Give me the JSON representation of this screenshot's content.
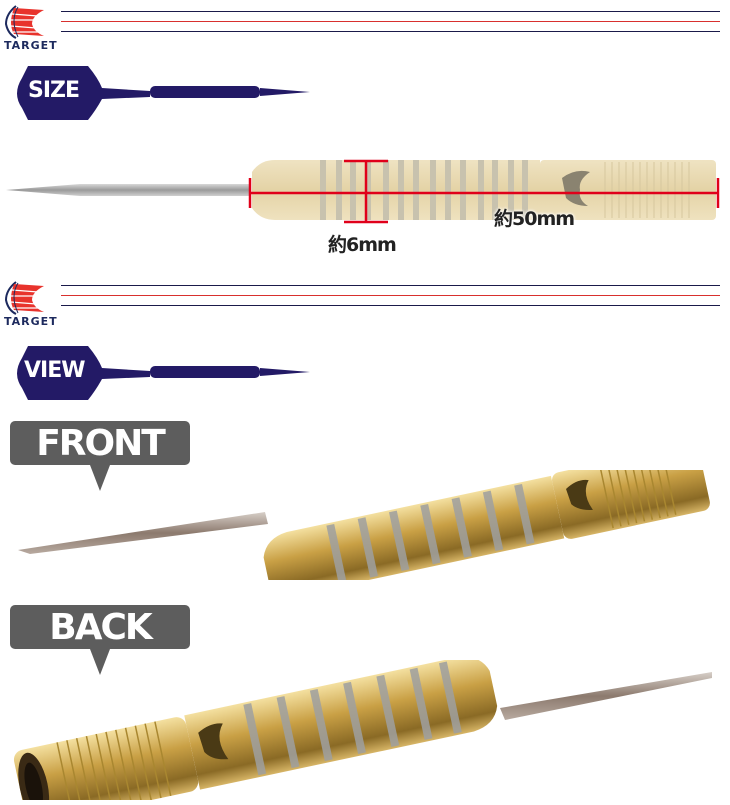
{
  "brand": {
    "name": "TARGET",
    "colors": {
      "navy": "#1d2a5e",
      "red": "#d8302e",
      "rule_navy": "#1a1a4a"
    }
  },
  "sections": [
    {
      "id": "size",
      "label": "SIZE",
      "icon": "dart-flight-icon"
    },
    {
      "id": "view",
      "label": "VIEW",
      "icon": "dart-flight-icon"
    }
  ],
  "size_diagram": {
    "diameter_label": "約6mm",
    "length_label": "約50mm",
    "line_color": "#e0001a"
  },
  "views": [
    {
      "label": "FRONT",
      "image": "dart-barrel-front"
    },
    {
      "label": "BACK",
      "image": "dart-barrel-back"
    }
  ]
}
